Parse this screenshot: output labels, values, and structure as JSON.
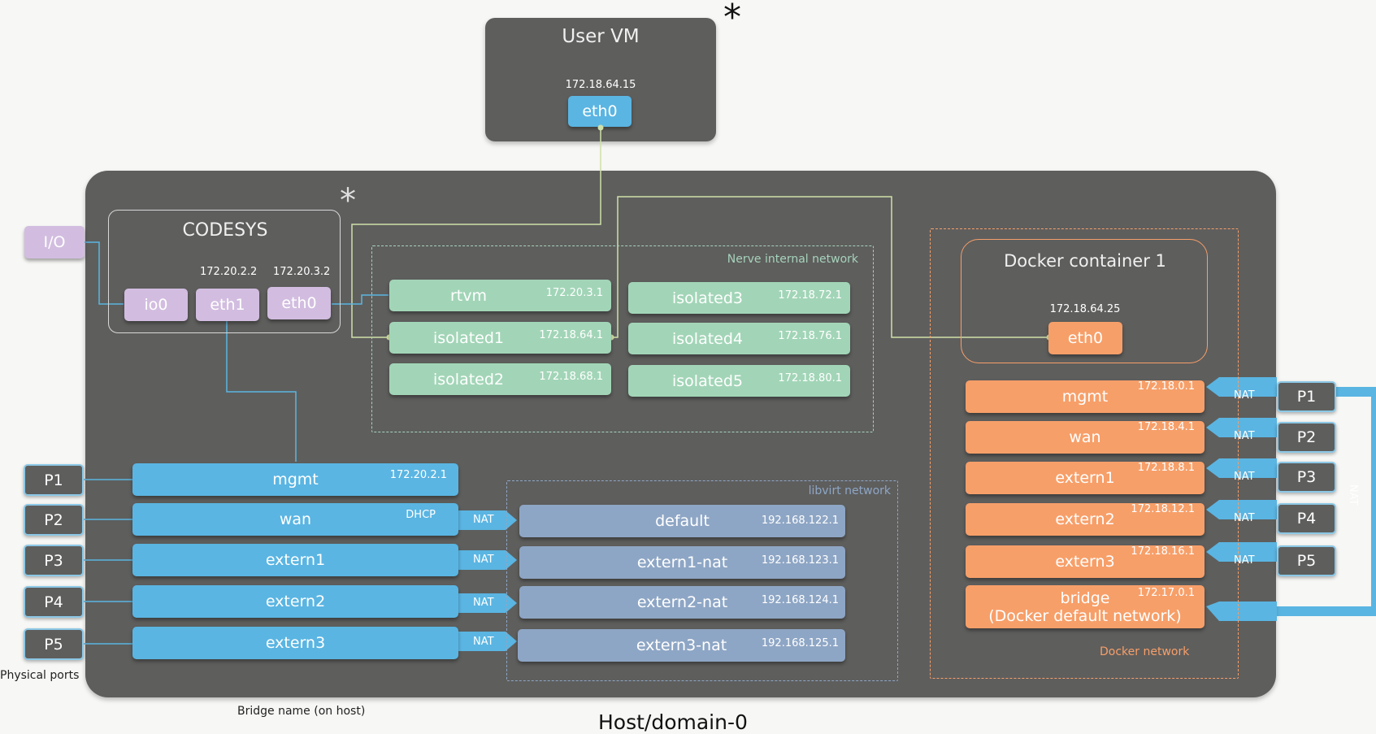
{
  "user_vm": {
    "title": "User VM",
    "ip": "172.18.64.15",
    "iface": "eth0",
    "asterisk": "*"
  },
  "host": {
    "caption": "Host/domain-0"
  },
  "codesys": {
    "title": "CODESYS",
    "asterisk": "*",
    "ifaces": [
      {
        "name": "io0",
        "ip": ""
      },
      {
        "name": "eth1",
        "ip": "172.20.2.2"
      },
      {
        "name": "eth0",
        "ip": "172.20.3.2"
      }
    ]
  },
  "io_label": "I/O",
  "nerve_network": {
    "label": "Nerve internal network",
    "left": [
      {
        "name": "rtvm",
        "ip": "172.20.3.1"
      },
      {
        "name": "isolated1",
        "ip": "172.18.64.1"
      },
      {
        "name": "isolated2",
        "ip": "172.18.68.1"
      }
    ],
    "right": [
      {
        "name": "isolated3",
        "ip": "172.18.72.1"
      },
      {
        "name": "isolated4",
        "ip": "172.18.76.1"
      },
      {
        "name": "isolated5",
        "ip": "172.18.80.1"
      }
    ]
  },
  "docker_container": {
    "title": "Docker container 1",
    "ip": "172.18.64.25",
    "iface": "eth0"
  },
  "docker_network": {
    "label": "Docker network",
    "bridges": [
      {
        "name": "mgmt",
        "ip": "172.18.0.1",
        "nat": "NAT",
        "port": "P1"
      },
      {
        "name": "wan",
        "ip": "172.18.4.1",
        "nat": "NAT",
        "port": "P2"
      },
      {
        "name": "extern1",
        "ip": "172.18.8.1",
        "nat": "NAT",
        "port": "P3"
      },
      {
        "name": "extern2",
        "ip": "172.18.12.1",
        "nat": "NAT",
        "port": "P4"
      },
      {
        "name": "extern3",
        "ip": "172.18.16.1",
        "nat": "NAT",
        "port": "P5"
      }
    ],
    "bridge_default": {
      "line1": "bridge",
      "line2": "(Docker default network)",
      "ip": "172.17.0.1"
    },
    "side_nat": "NAT"
  },
  "host_bridges": [
    {
      "port": "P1",
      "name": "mgmt",
      "ip": "172.20.2.1",
      "nat": ""
    },
    {
      "port": "P2",
      "name": "wan",
      "ip": "DHCP",
      "nat": "NAT"
    },
    {
      "port": "P3",
      "name": "extern1",
      "ip": "",
      "nat": "NAT"
    },
    {
      "port": "P4",
      "name": "extern2",
      "ip": "",
      "nat": "NAT"
    },
    {
      "port": "P5",
      "name": "extern3",
      "ip": "",
      "nat": "NAT"
    }
  ],
  "libvirt_network": {
    "label": "libvirt network",
    "nets": [
      {
        "name": "default",
        "ip": "192.168.122.1"
      },
      {
        "name": "extern1-nat",
        "ip": "192.168.123.1"
      },
      {
        "name": "extern2-nat",
        "ip": "192.168.124.1"
      },
      {
        "name": "extern3-nat",
        "ip": "192.168.125.1"
      }
    ]
  },
  "physical_ports_label": "Physical ports",
  "bridge_name_label": "Bridge name (on host)",
  "colors": {
    "host": "#5e5e5d",
    "blue": "#5ab5e2",
    "green": "#a2d5b7",
    "purple": "#d2bde0",
    "orange": "#f79f69",
    "steel": "#8ea6c5"
  }
}
